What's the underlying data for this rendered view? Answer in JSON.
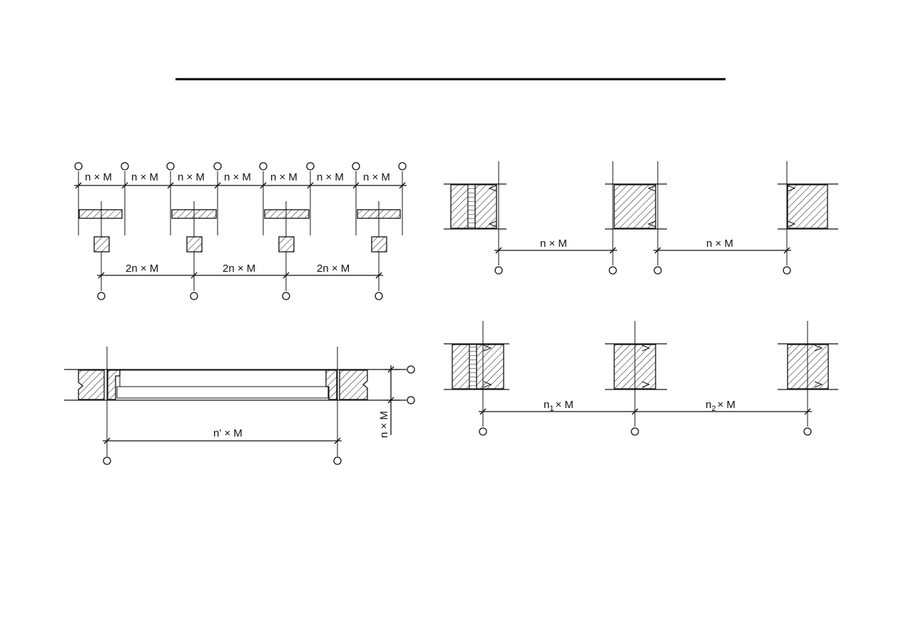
{
  "dims": {
    "nM": "n × M",
    "twoNM": "2n × M",
    "nPrimeM": "n' × M",
    "nVerticalM": "n × M",
    "n1": "n",
    "n1Sub": "1",
    "n2": "n",
    "n2Sub": "2",
    "timesM": "× M"
  }
}
